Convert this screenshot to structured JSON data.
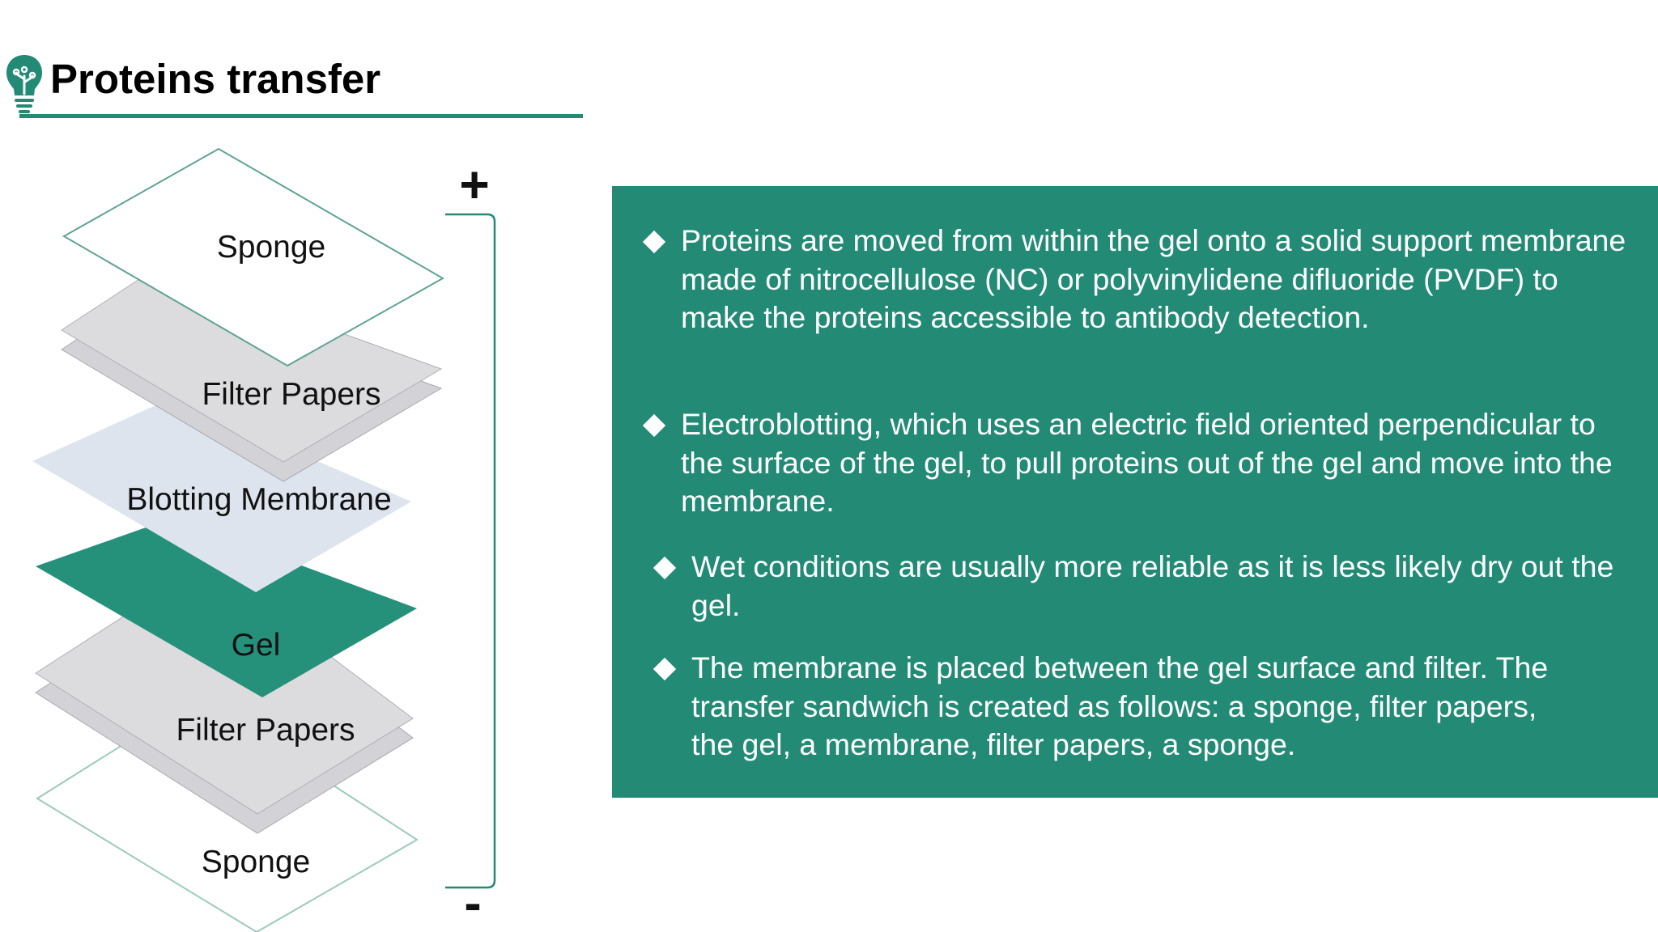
{
  "slide": {
    "title": "Proteins transfer",
    "icon": "lightbulb-icon"
  },
  "colors": {
    "accent": "#238a76",
    "panel_text": "#ffffff",
    "filter_paper": "#dcdcdf",
    "membrane": "#dde4ee",
    "gel": "#25917a"
  },
  "diagram": {
    "positive_symbol": "+",
    "negative_symbol": "-",
    "layers": [
      {
        "label": "Sponge"
      },
      {
        "label": "Filter Papers"
      },
      {
        "label": "Blotting Membrane"
      },
      {
        "label": "Gel"
      },
      {
        "label": "Filter Papers"
      },
      {
        "label": "Sponge"
      }
    ]
  },
  "panel": {
    "bullets": [
      {
        "text": "Proteins are moved from within the gel onto a solid support membrane made of nitrocellulose (NC) or polyvinylidene difluoride (PVDF) to make the proteins accessible to antibody detection."
      },
      {
        "text": "Electroblotting, which uses an electric field oriented perpendicular to the surface of the gel, to pull proteins out of the gel and move into the membrane."
      },
      {
        "text": "Wet conditions are usually more reliable as it is less likely dry out the gel."
      },
      {
        "text": "The membrane is placed between the gel surface and filter. The transfer sandwich is created as follows: a sponge, filter papers, the gel, a membrane, filter papers, a sponge."
      }
    ]
  }
}
